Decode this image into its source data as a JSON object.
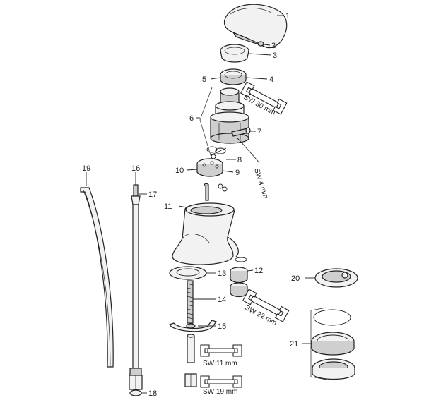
{
  "callouts": {
    "c1": "1",
    "c2": "2",
    "c3": "3",
    "c4": "4",
    "c5": "5",
    "c6": "6",
    "c7": "7",
    "c8": "8",
    "c9": "9",
    "c10": "10",
    "c11": "11",
    "c12": "12",
    "c13": "13",
    "c14": "14",
    "c15": "15",
    "c16": "16",
    "c17": "17",
    "c18": "18",
    "c19": "19",
    "c20": "20",
    "c21": "21"
  },
  "wrench_labels": {
    "sw30": "SW 30 mm",
    "sw4": "SW 4 mm",
    "sw22": "SW 22 mm",
    "sw11": "SW 11 mm",
    "sw19": "SW 19 mm"
  }
}
